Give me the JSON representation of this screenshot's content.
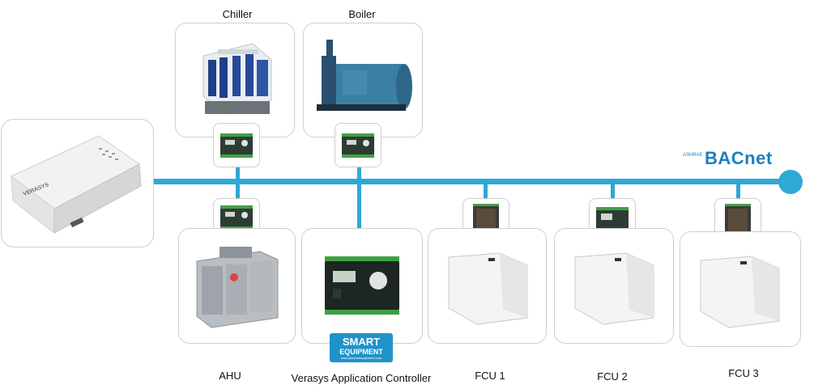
{
  "labels": {
    "chiller": "Chiller",
    "boiler": "Boiler",
    "ahu": "AHU",
    "vac": "Verasys Application Controller",
    "fcu1": "FCU 1",
    "fcu2": "FCU 2",
    "fcu3": "FCU 3"
  },
  "logos": {
    "bacnet": "BACnet",
    "ashrae": "ASHRAE",
    "verasys": "VERASYS",
    "smart_line1": "SMART",
    "smart_line2": "EQUIPMENT",
    "smart_line3": "www.jcismartequipment.com"
  },
  "colors": {
    "bus": "#2fa8d6",
    "bacnet": "#1a7fc0",
    "smart_equipment": "#1f93c9"
  }
}
